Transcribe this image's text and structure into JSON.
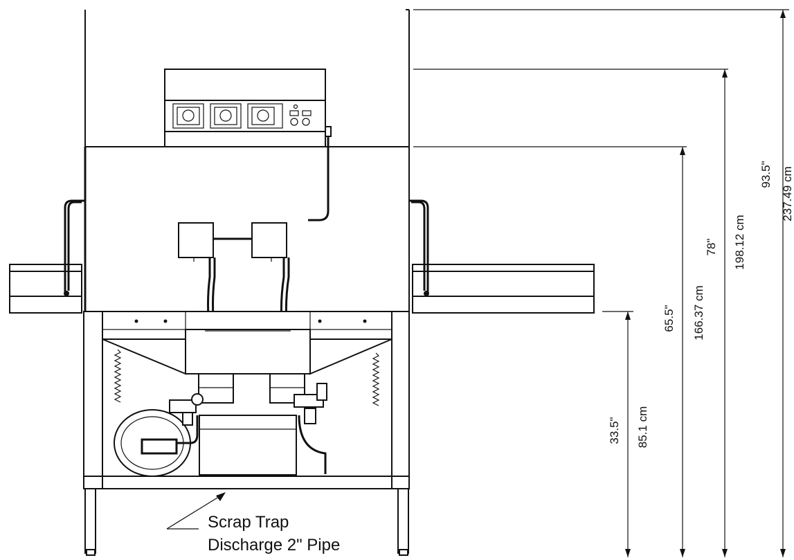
{
  "dimensions": {
    "d1_in": "93.5\"",
    "d1_cm": "237.49 cm",
    "d2_in": "78\"",
    "d2_cm": "198.12 cm",
    "d3_in": "65.5\"",
    "d3_cm": "166.37 cm",
    "d4_in": "33.5\"",
    "d4_cm": "85.1 cm"
  },
  "callout": {
    "line1": "Scrap Trap",
    "line2": "Discharge 2\" Pipe"
  }
}
